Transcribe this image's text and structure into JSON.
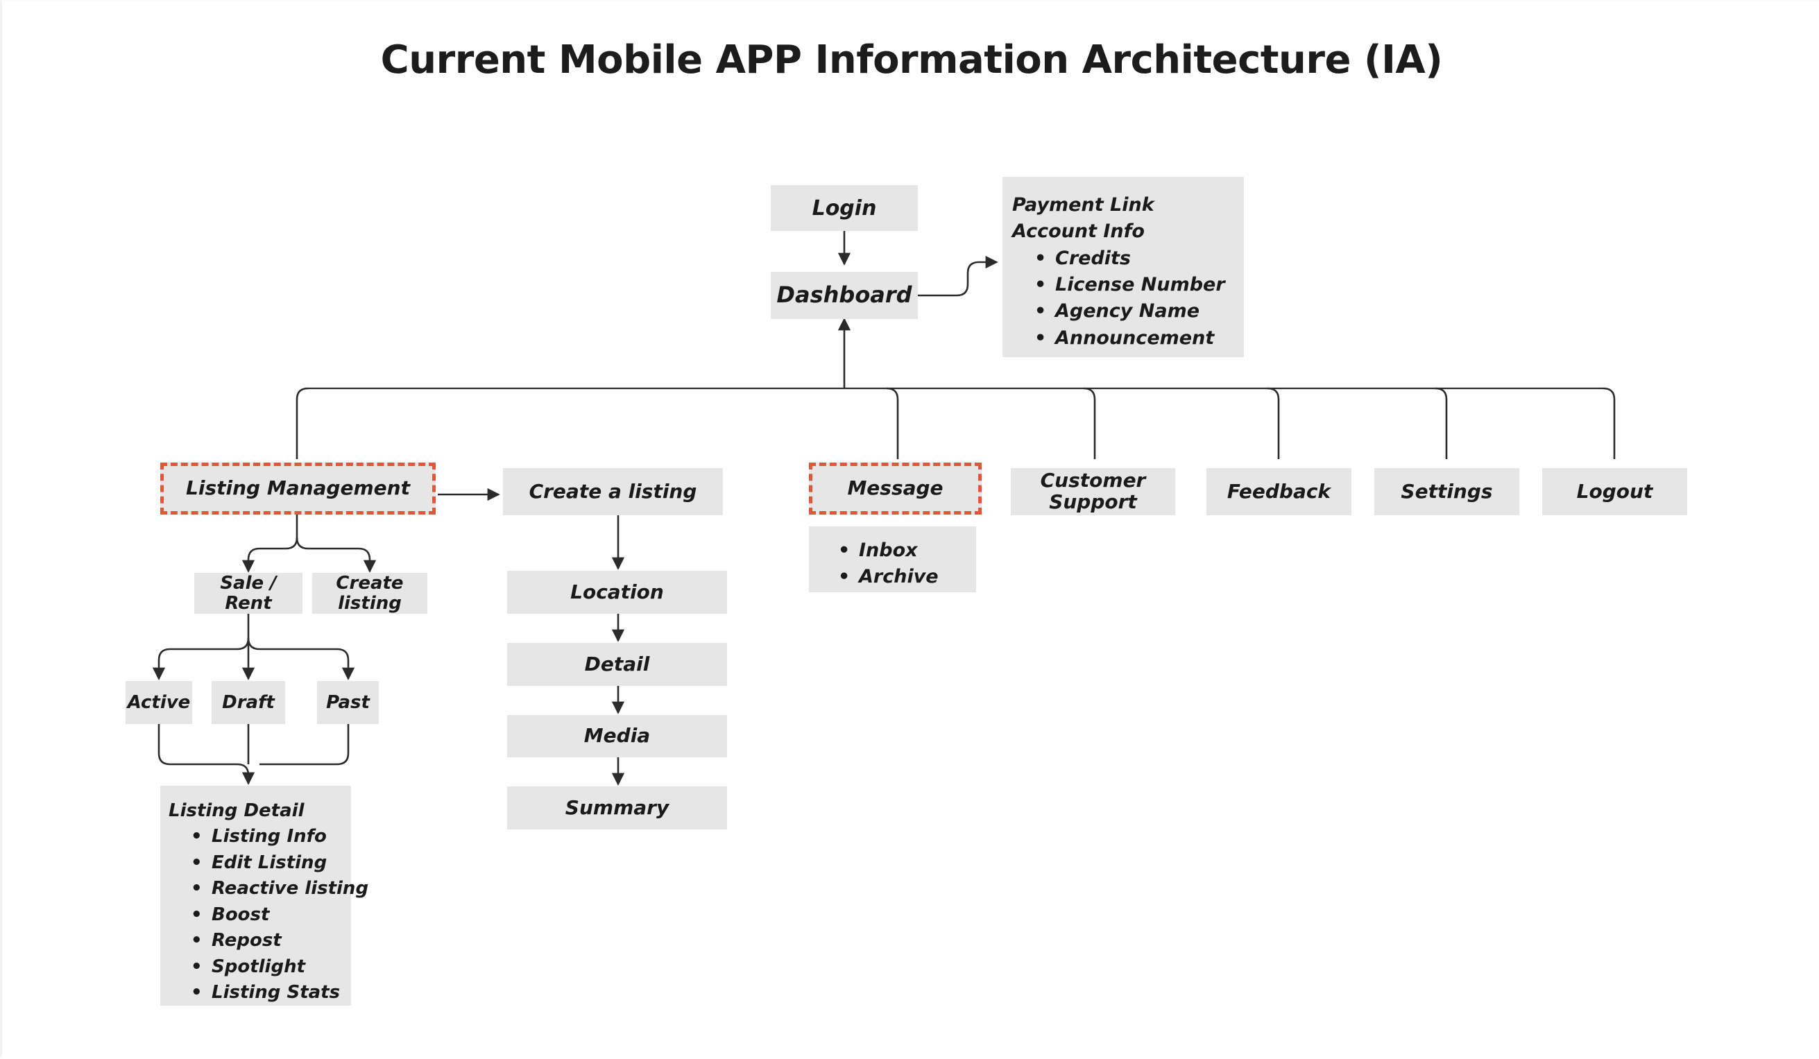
{
  "page": {
    "title": "Current Mobile APP Information Architecture (IA)",
    "background_color": "#ffffff",
    "node_fill_color": "#e6e6e6",
    "highlight_border_color": "#e4563a",
    "connector_color": "#2b2b2b",
    "text_color": "#1a1a1a"
  },
  "nodes": {
    "login": {
      "label": "Login"
    },
    "dashboard": {
      "label": "Dashboard"
    },
    "listing_management": {
      "label": "Listing Management",
      "highlighted": "true"
    },
    "create_a_listing": {
      "label": "Create a listing"
    },
    "message": {
      "label": "Message",
      "highlighted": "true"
    },
    "customer_support": {
      "label": "Customer Support"
    },
    "feedback": {
      "label": "Feedback"
    },
    "settings": {
      "label": "Settings"
    },
    "logout": {
      "label": "Logout"
    },
    "sale_rent": {
      "label": "Sale / Rent"
    },
    "create_listing": {
      "label": "Create listing"
    },
    "active": {
      "label": "Active"
    },
    "draft": {
      "label": "Draft"
    },
    "past": {
      "label": "Past"
    },
    "location": {
      "label": "Location"
    },
    "detail": {
      "label": "Detail"
    },
    "media": {
      "label": "Media"
    },
    "summary": {
      "label": "Summary"
    }
  },
  "panels": {
    "account": {
      "line1": "Payment Link",
      "line2": "Account Info",
      "items": [
        "Credits",
        "License Number",
        "Agency Name",
        "Announcement"
      ]
    },
    "message_sub": {
      "items": [
        "Inbox",
        "Archive"
      ]
    },
    "listing_detail": {
      "title": "Listing Detail",
      "items": [
        "Listing Info",
        "Edit Listing",
        "Reactive listing",
        " Boost",
        "Repost",
        "Spotlight",
        "Listing Stats"
      ]
    }
  }
}
